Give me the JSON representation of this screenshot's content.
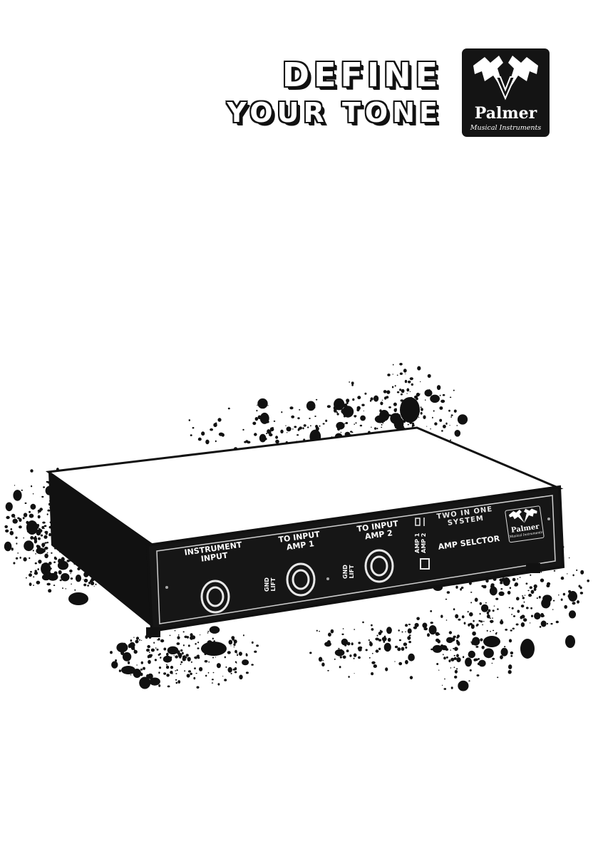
{
  "slogan": {
    "line1": "DEFINE",
    "line2": "YOUR TONE"
  },
  "logo": {
    "name": "Palmer",
    "subtitle": "Musical Instruments"
  },
  "device": {
    "instrument_input": "INSTRUMENT\nINPUT",
    "to_input_amp1": "TO INPUT\nAMP 1",
    "to_input_amp2": "TO INPUT\nAMP 2",
    "gnd_lift_1": "GND\nLIFT",
    "gnd_lift_2": "GND\nLIFT",
    "amp_switch": "AMP 1\nAMP 2",
    "system_name": "TWO IN ONE\nSYSTEM",
    "product": "AMP SELCTOR",
    "badge_name": "Palmer",
    "badge_sub": "Musical Instruments"
  },
  "colors": {
    "ink": "#111111",
    "paper": "#ffffff",
    "panel": "#161616"
  }
}
